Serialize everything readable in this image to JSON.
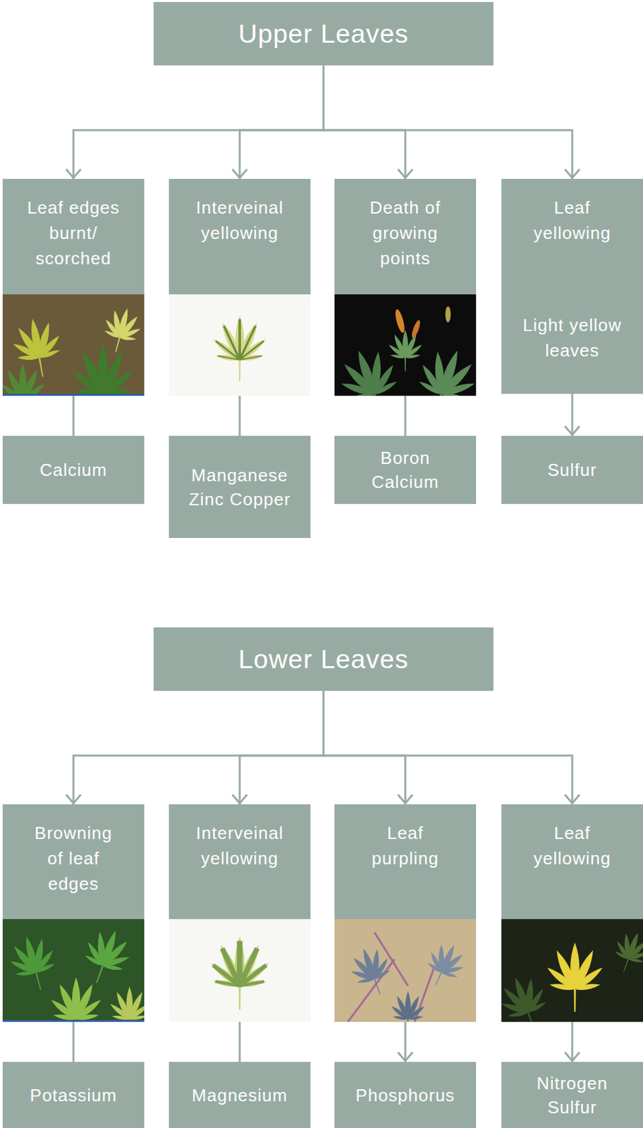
{
  "diagram": {
    "nodes": [
      {
        "text": [
          "Upper Leaves"
        ]
      },
      {
        "text": [
          "Leaf edges burnt/ scorched"
        ]
      },
      {
        "text": [
          "Interveinal yellowing"
        ]
      },
      {
        "text": [
          "Death of growing points"
        ]
      },
      {
        "text": [
          "Leaf yellowing",
          "Light yellow leaves"
        ]
      },
      {
        "text": [
          "Calcium"
        ]
      },
      {
        "text": [
          "Manganese Zinc Copper"
        ]
      },
      {
        "text": [
          "Boron Calcium"
        ]
      },
      {
        "text": [
          "Sulfur"
        ]
      },
      {
        "text": [
          "Lower Leaves"
        ]
      },
      {
        "text": [
          "Browning of leaf edges"
        ]
      },
      {
        "text": [
          "Interveinal yellowing"
        ]
      },
      {
        "text": [
          "Leaf purpling"
        ]
      },
      {
        "text": [
          "Leaf yellowing"
        ]
      },
      {
        "text": [
          "Potassium"
        ]
      },
      {
        "text": [
          "Magnesium"
        ]
      },
      {
        "text": [
          "Phosphorus"
        ]
      },
      {
        "text": [
          "Nitrogen Sulfur"
        ]
      }
    ],
    "edges": [
      {
        "from": 0,
        "to": 1,
        "arrow": "to"
      },
      {
        "from": 0,
        "to": 2,
        "arrow": "to"
      },
      {
        "from": 0,
        "to": 3,
        "arrow": "to"
      },
      {
        "from": 0,
        "to": 4,
        "arrow": "to"
      },
      {
        "from": 1,
        "to": 5,
        "arrow": "none"
      },
      {
        "from": 2,
        "to": 6,
        "arrow": "none"
      },
      {
        "from": 3,
        "to": 7,
        "arrow": "none"
      },
      {
        "from": 4,
        "to": 8,
        "arrow": "to"
      },
      {
        "from": 9,
        "to": 10,
        "arrow": "to"
      },
      {
        "from": 9,
        "to": 11,
        "arrow": "to"
      },
      {
        "from": 9,
        "to": 12,
        "arrow": "to"
      },
      {
        "from": 9,
        "to": 13,
        "arrow": "to"
      },
      {
        "from": 10,
        "to": 14,
        "arrow": "none"
      },
      {
        "from": 11,
        "to": 15,
        "arrow": "none"
      },
      {
        "from": 12,
        "to": 16,
        "arrow": "to"
      },
      {
        "from": 13,
        "to": 17,
        "arrow": "to"
      }
    ]
  }
}
